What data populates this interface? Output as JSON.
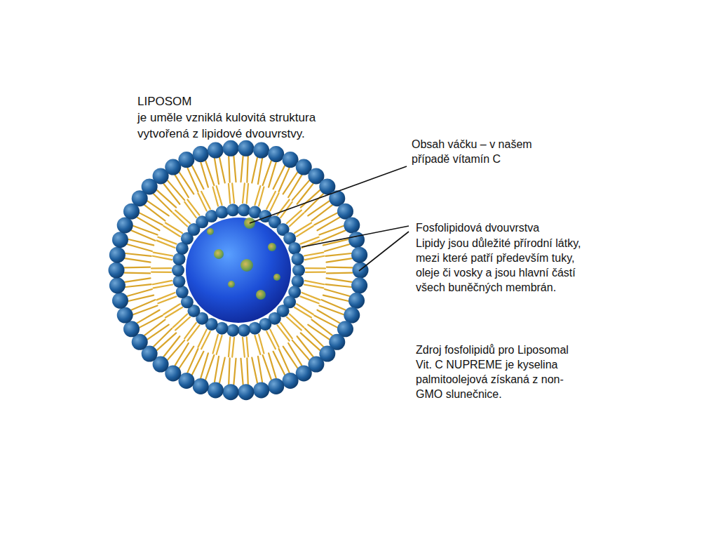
{
  "diagram": {
    "title": "LIPOSOM",
    "labels": [
      "je uměle vzniklá kulovitá struktura vytvořená z lipidové dvouvrstvy.",
      "Obsah váčku – v našem případě vítamín C",
      "Fosfolipidová dvouvrstva",
      "Lipidy jsou důležité přírodní látky, mezi které patří především tuky, oleje či vosky a jsou hlavní částí všech buněčných membrán.",
      "Zdroj fosfolipidů pro Liposomal Vit. C NUPREME je kyselina palmitoolejová získaná z non-GMO slunečnice."
    ]
  }
}
